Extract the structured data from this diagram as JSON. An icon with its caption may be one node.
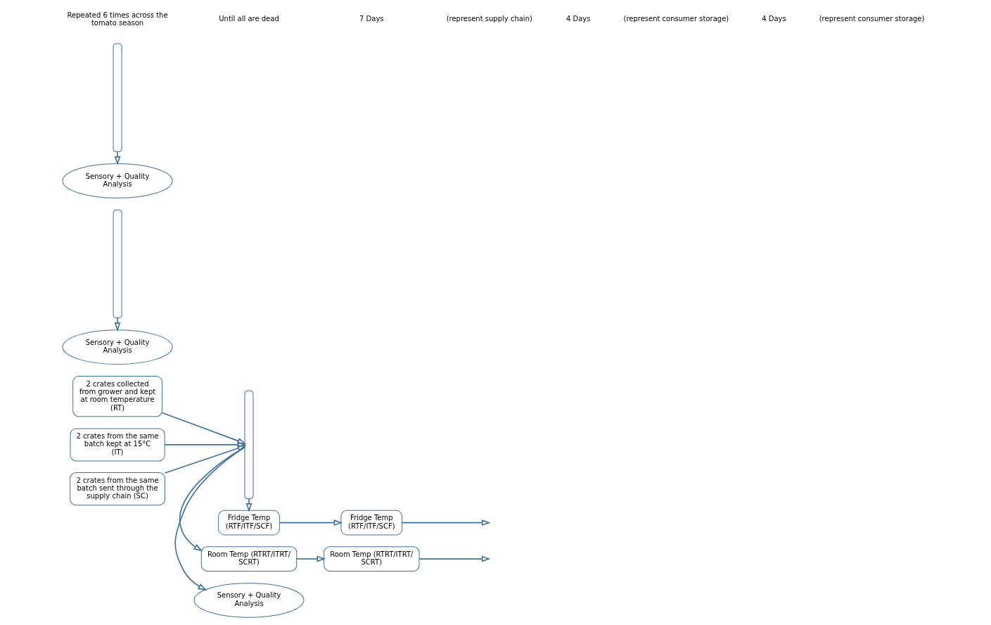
{
  "diagram": {
    "nodes": [
      {
        "text": [
          "Sensory + Quality Analysis"
        ]
      },
      {
        "text": [
          "Sensory + Quality Analysis"
        ]
      },
      {
        "text": [
          "Sensory + Quality Analysis"
        ]
      },
      {
        "text": [
          "2 crates collected from grower and kept at room temperature (RT)"
        ]
      },
      {
        "text": [
          "2 crates from the same batch kept at 15°C (IT)"
        ]
      },
      {
        "text": [
          "2 crates from the same batch sent through the supply chain (SC)"
        ]
      },
      {
        "text": [],
        "shape": "bar"
      },
      {
        "text": [
          "Room Temp (RTRT/ITRT/ SCRT)"
        ]
      },
      {
        "text": [
          "Fridge Temp (RTF/ITF/SCF)"
        ]
      },
      {
        "text": [],
        "shape": "bar"
      },
      {
        "text": [
          "Room Temp (RTRT/ITRT/ SCRT)"
        ]
      },
      {
        "text": [
          "Fridge Temp (RTF/ITF/SCF)"
        ]
      },
      {
        "text": [],
        "shape": "bar"
      }
    ],
    "edges": [
      {
        "from": 3,
        "to": 6,
        "arrow": "to"
      },
      {
        "from": 4,
        "to": 6,
        "arrow": "to"
      },
      {
        "from": 5,
        "to": 6,
        "arrow": "to"
      },
      {
        "from": 6,
        "to": 0,
        "arrow": "to"
      },
      {
        "from": 6,
        "to": 7,
        "arrow": "to"
      },
      {
        "from": 6,
        "to": 8,
        "arrow": "to"
      },
      {
        "from": 9,
        "to": 1,
        "arrow": "to"
      },
      {
        "from": 7,
        "to": 10,
        "arrow": "to"
      },
      {
        "from": 8,
        "to": 11,
        "arrow": "to"
      },
      {
        "from": 12,
        "to": 2,
        "arrow": "to"
      },
      {
        "from": 10,
        "to": null,
        "arrow": "to"
      },
      {
        "from": 11,
        "to": null,
        "arrow": "to"
      }
    ],
    "labels": [
      "Repeated 6 times across the tomato season",
      "Until all are dead",
      "7 Days",
      "(represent supply chain)",
      "4 Days",
      "(represent consumer storage)",
      "4 Days",
      "(represent consumer storage)"
    ]
  }
}
